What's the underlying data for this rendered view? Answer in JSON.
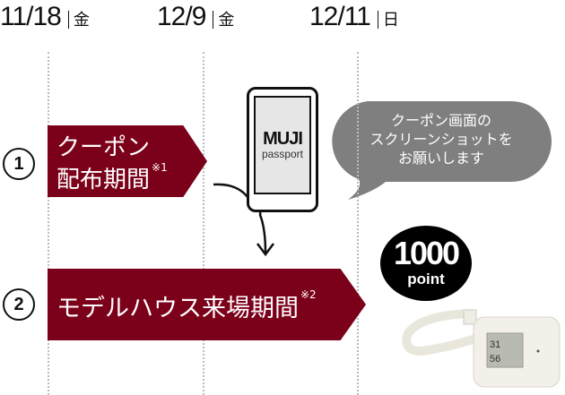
{
  "timeline": [
    {
      "date": "11/18",
      "weekday": "金"
    },
    {
      "date": "12/9",
      "weekday": "金"
    },
    {
      "date": "12/11",
      "weekday": "日"
    }
  ],
  "steps": [
    {
      "number": "1",
      "line1": "クーポン",
      "line2": "配布期間",
      "note": "※1"
    },
    {
      "number": "2",
      "label": "モデルハウス来場期間",
      "note": "※2"
    }
  ],
  "phone": {
    "logo": "MUJI",
    "sub": "passport"
  },
  "bubble": {
    "lines": [
      "クーポン画面の",
      "スクリーンショットを",
      "お願いします"
    ]
  },
  "reward": {
    "amount": "1000",
    "unit": "point"
  },
  "colors": {
    "banner": "#7b0019",
    "bubble": "#7f7f7f"
  }
}
